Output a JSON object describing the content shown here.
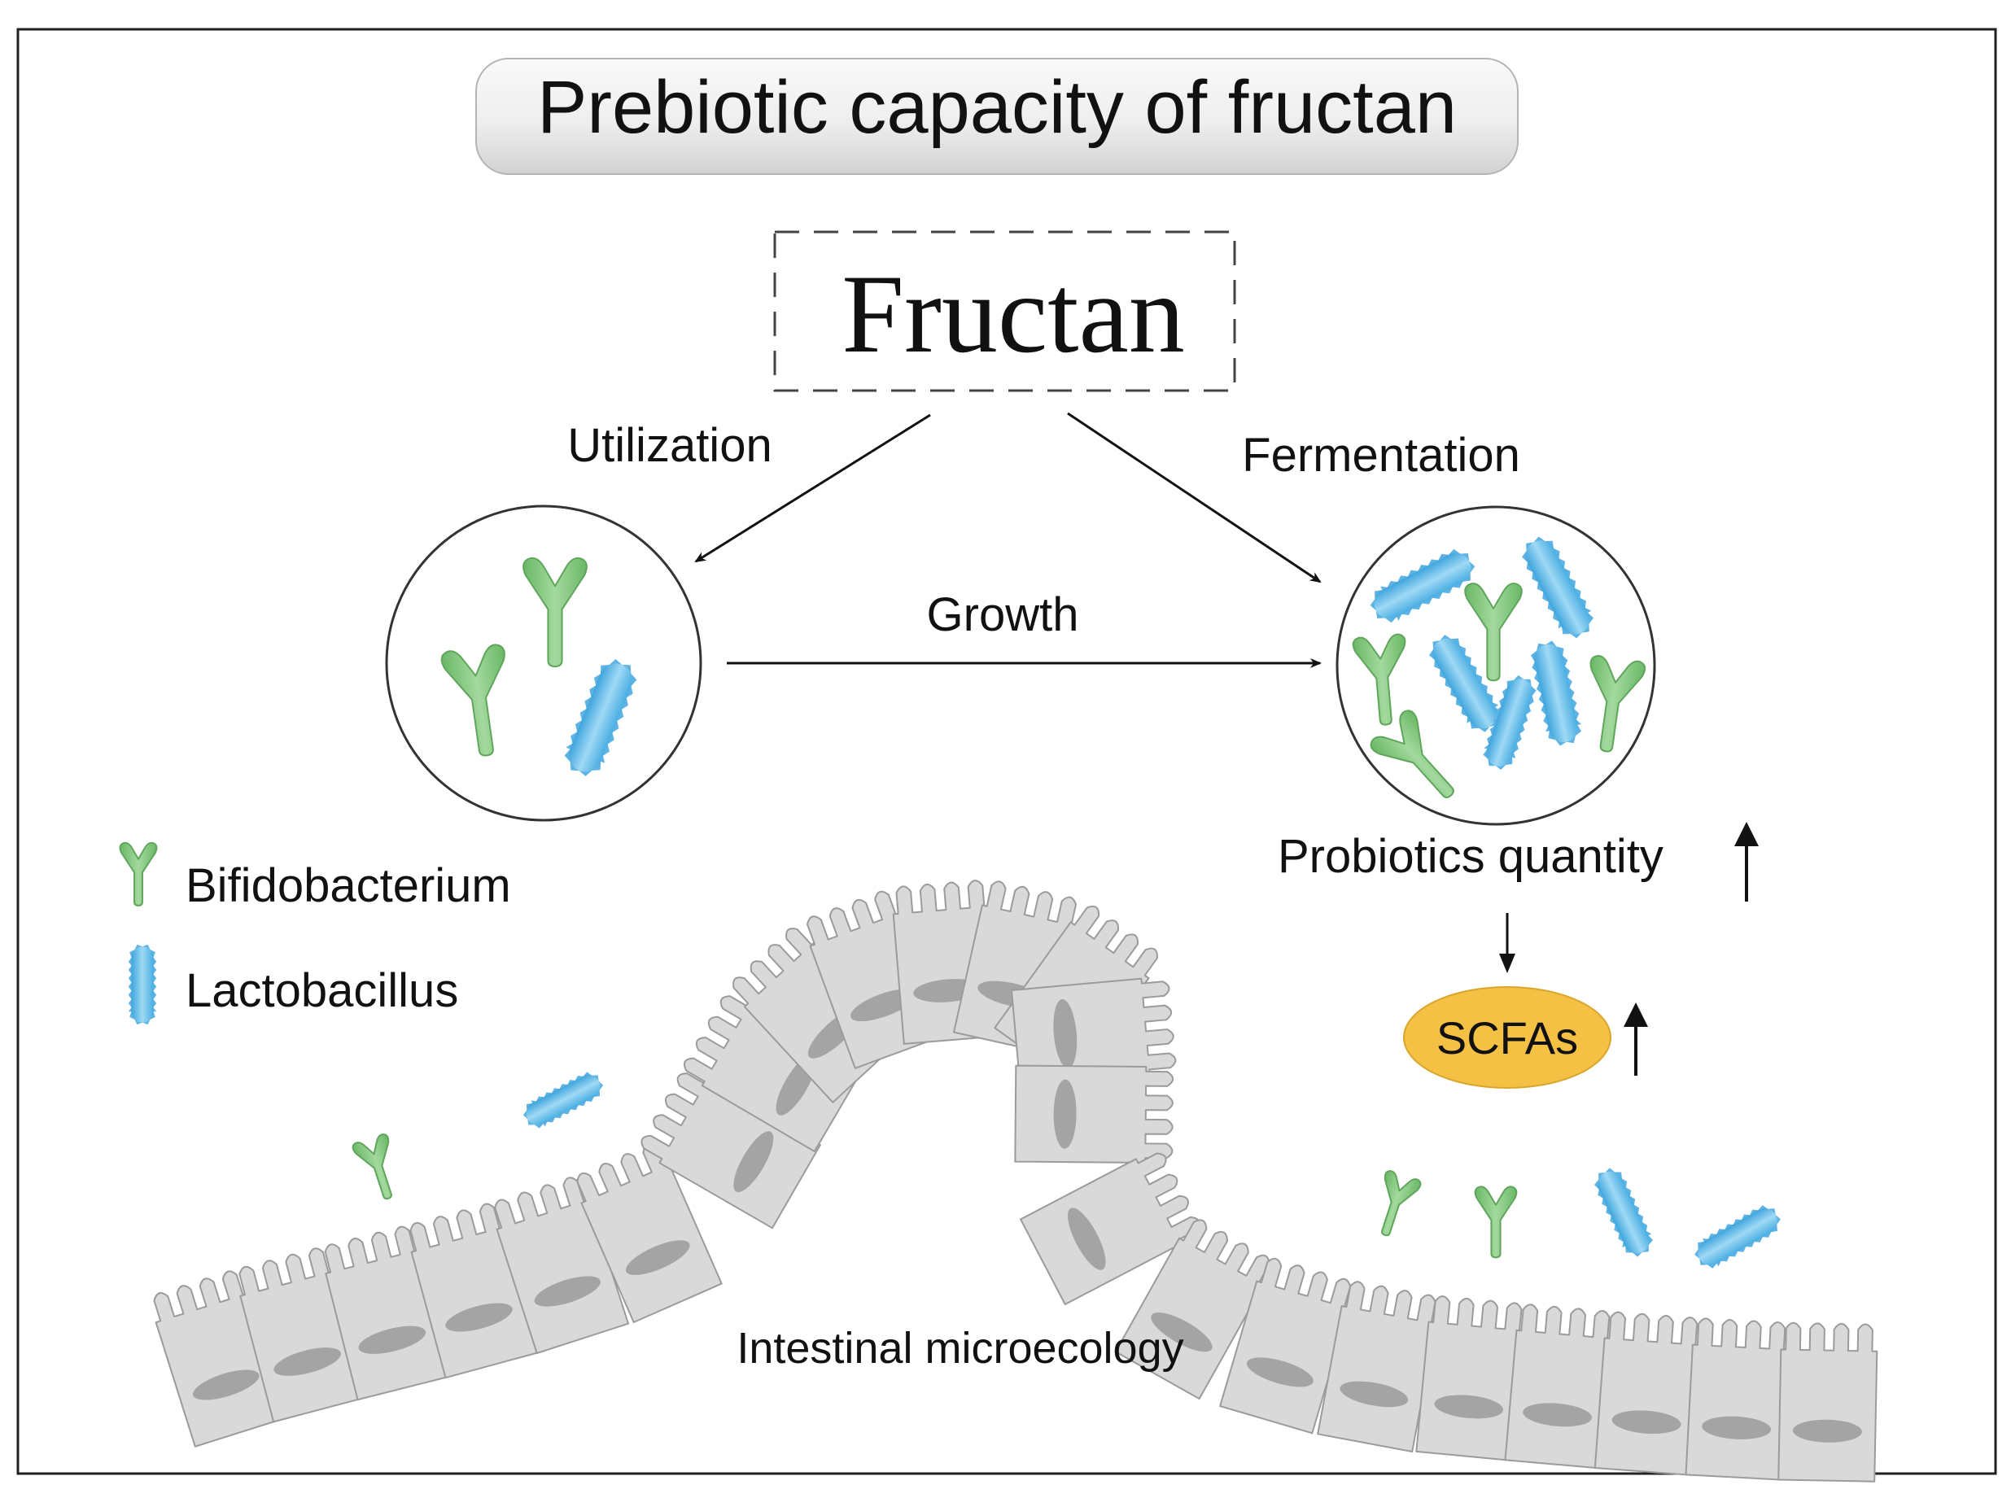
{
  "title": "Prebiotic capacity of fructan",
  "fructan_label": "Fructan",
  "utilization_label": "Utilization",
  "fermentation_label": "Fermentation",
  "growth_label": "Growth",
  "probiotics_label": "Probiotics quantity",
  "scfa_label": "SCFAs",
  "intestine_label": "Intestinal microecology",
  "legend": {
    "bifido": "Bifidobacterium",
    "lacto": "Lactobacillus"
  },
  "colors": {
    "bifido": "#7ec67b",
    "lacto": "#6cc2ea",
    "scfa": "#f5c145",
    "cell": "#d9d9d9",
    "nucleus": "#9a9a9a"
  }
}
